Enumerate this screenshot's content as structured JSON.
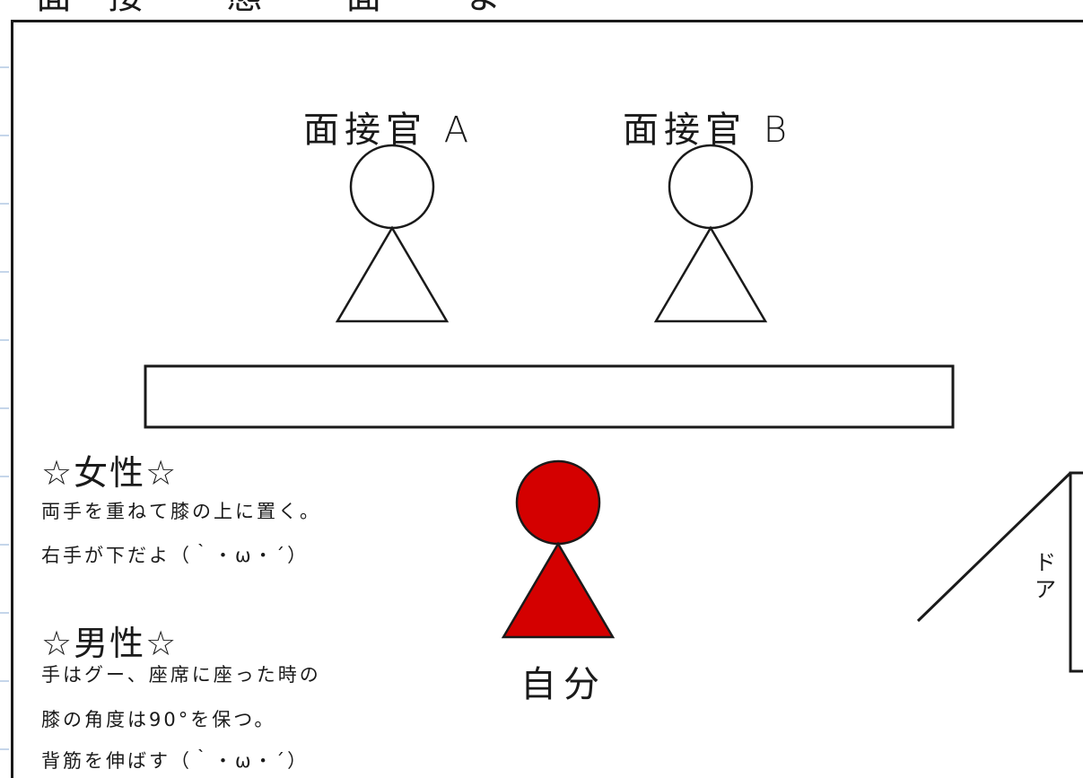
{
  "top_caption": "面接 態 面 ま",
  "interviewers": [
    {
      "label": "面接官 A"
    },
    {
      "label": "面接官 B"
    }
  ],
  "self": {
    "label": "自分",
    "color": "#d40000"
  },
  "door": {
    "label": "ドア"
  },
  "female": {
    "heading": "☆女性☆",
    "lines": [
      "両手を重ねて膝の上に置く。",
      "右手が下だよ（｀・ω・´）"
    ]
  },
  "male": {
    "heading": "☆男性☆",
    "lines": [
      "手はグー、座席に座った時の",
      "膝の角度は90°を保つ。",
      "背筋を伸ばす（｀・ω・´）"
    ]
  },
  "colors": {
    "ink": "#1a1a1a",
    "figure_fill": "#ffffff",
    "self_fill": "#d40000",
    "ruling": "#c5d6ea"
  }
}
